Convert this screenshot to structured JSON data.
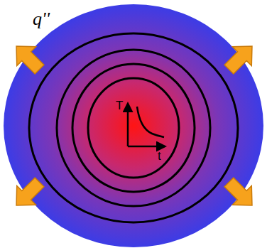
{
  "diagram": {
    "labels": [
      "q''",
      "T",
      "t"
    ]
  }
}
